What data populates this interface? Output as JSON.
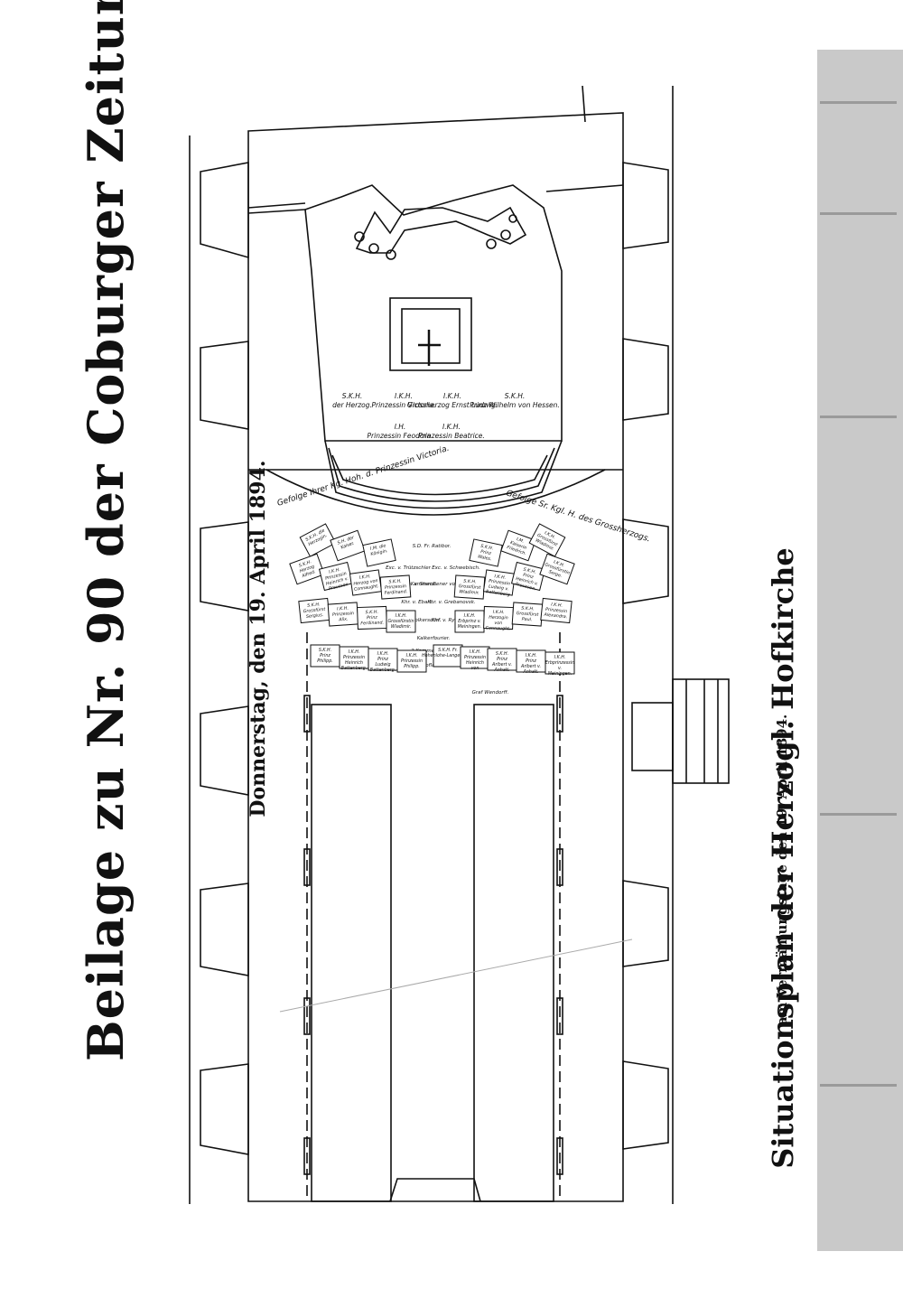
{
  "header": {
    "title": "Beilage zu Nr. 90 der Coburger Zeitung.",
    "date_line": "Donnerstag, den 19. April 1894."
  },
  "plan": {
    "title": "Situationsplan der Herzogl. Hofkirche",
    "subtitle": "am Vermählungstage den 19. April 1894."
  },
  "altar": {
    "row1": [
      {
        "rank": "S.K.H.",
        "name": "der Herzog."
      },
      {
        "rank": "I.K.H.",
        "name": "Prinzessin Victoria."
      },
      {
        "rank": "I.K.H.",
        "name": "Grossherzog Ernst Ludwig."
      },
      {
        "rank": "S.K.H.",
        "name": "Prinz Wilhelm von Hessen."
      }
    ],
    "row2": [
      {
        "rank": "I.H.",
        "name": "Prinzessin Feodora."
      },
      {
        "rank": "I.K.H.",
        "name": "Prinzessin Beatrice."
      }
    ]
  },
  "suites": {
    "left": "Gefolge Ihrer Kg. Hoh. d. Prinzessin Victoria.",
    "right": "Gefolge Sr. Kgl. H. des Grossherzogs."
  },
  "center_labels": [
    "S.D. Fr. Ratibor.",
    "Exc. v. Trützschler",
    "Exc. v. Schwebisch.",
    "Rittm. v. Starck.",
    "Kammerdiener von Eppinghoven",
    "Khr. v. Ebart.",
    "Khr. v. Grebanovsk.",
    "Khr. v. Wolkersdorf.",
    "Khr. v. Rykowski",
    "Kalkerfourier.",
    "2 Kammerlakaien.",
    "2 Hoflakaien.",
    "Graf Wendorff."
  ],
  "pews_left": [
    [
      "S.K.H. die Herzogin.",
      "S.H. der Kaiser.",
      "I.M. die Königin."
    ],
    [
      "S.K.H. Herzog Alfred.",
      "I.K.H. Prinzessin Heinrich v. Preussen",
      "I.K.H. Herzog von Connaught.",
      "S.K.H. Prinzessin Ferdinand."
    ],
    [
      "S.K.H. Grossfürst Sergius.",
      "I.K.H. Prinzessin Alix.",
      "S.K.H. Prinz Ferdinand.",
      "I.K.H. Grossfürstin Wladimir."
    ],
    [
      "S.K.H. Prinz Philipp.",
      "I.K.H. Prinzessin Heinrich Battenberg.",
      "I.K.H. Prinz Ludwig Battenberg.",
      "I.K.H. Prinzessin Philipp."
    ]
  ],
  "pews_right": [
    [
      "S.K.H. Prinz Wales.",
      "I.M. Kaiserin Friedrich.",
      "I.K.H. Grossfürst Wladimir."
    ],
    [
      "S.K.H. Grossfürst Wladimir.",
      "I.K.H. Prinzessin Ludwig v. Battenberg",
      "S.K.H. Prinz Heinrich v. Preussen.",
      "I.K.H. Grossfürstin Serge."
    ],
    [
      "I.K.H. Erbprinz v. Meiningen.",
      "I.K.H. Herzogin von Connaught.",
      "S.K.H. Grossfürst Paul.",
      "I.K.H. Prinzessin Alexandra."
    ],
    [
      "S.K.H. Fr. Hohenlohe-Langenburg.",
      "I.K.H. Prinzessin Heinrich von Battenberg.",
      "S.K.H. Prinz Aribert v. Anhalt.",
      "I.K.H. Prinz Aribert v. Anhalt.",
      "I.K.H. Erbprinzessin v. Meiningen."
    ]
  ]
}
